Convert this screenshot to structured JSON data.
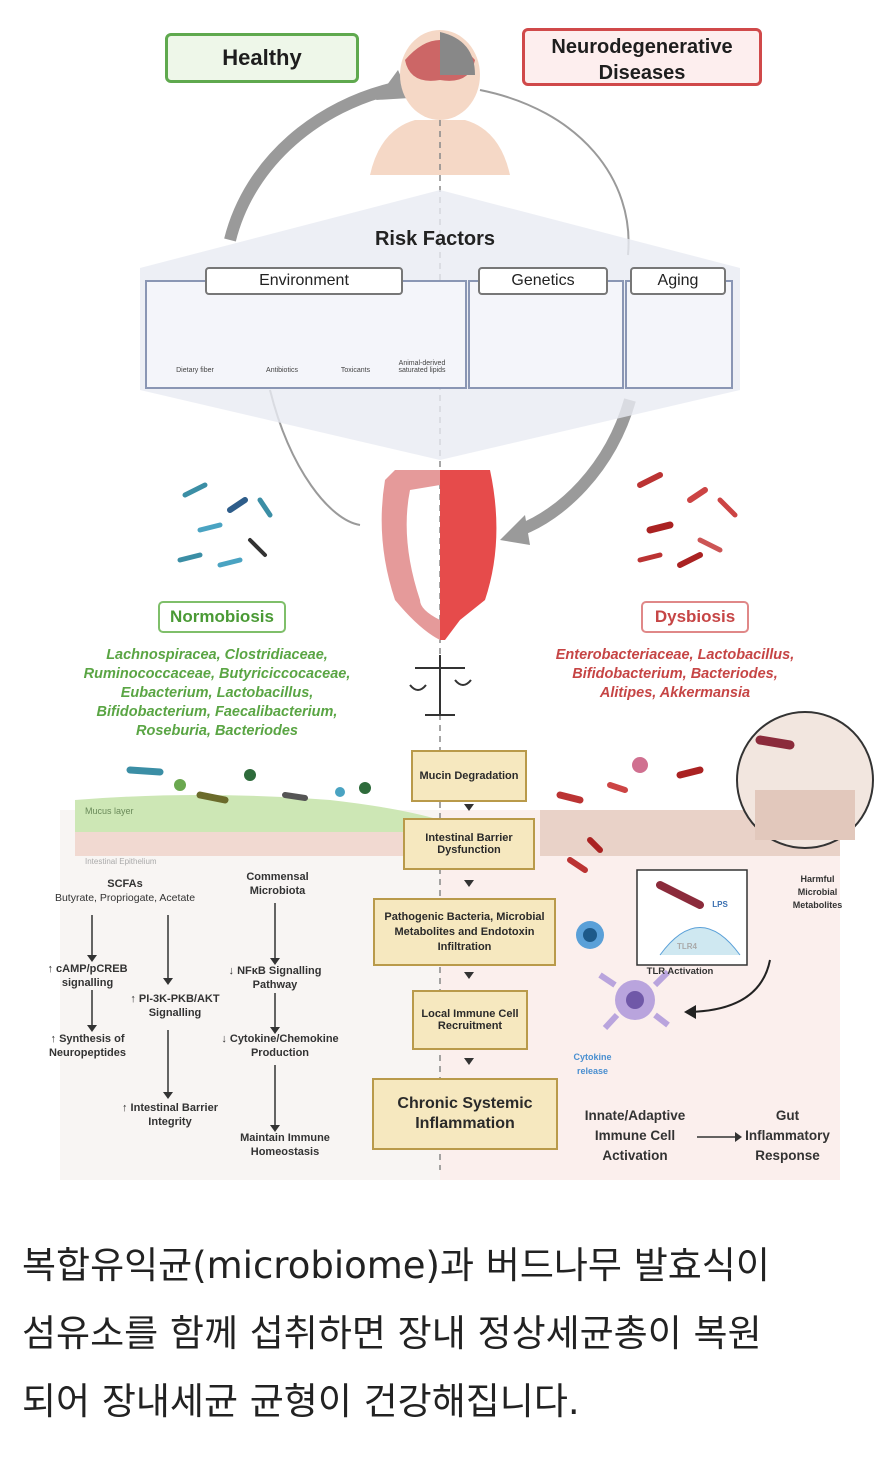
{
  "top": {
    "healthy": "Healthy",
    "neuro_line1": "Neurodegenerative",
    "neuro_line2": "Diseases"
  },
  "risk": {
    "title": "Risk Factors",
    "environment": "Environment",
    "genetics": "Genetics",
    "aging": "Aging",
    "env_items": [
      "Dietary fiber",
      "Antibiotics",
      "Toxicants",
      "Animal-derived saturated lipids"
    ]
  },
  "states": {
    "normobiosis": "Normobiosis",
    "dysbiosis": "Dysbiosis"
  },
  "species": {
    "normo": [
      "Lachnospiracea, Clostridiaceae,",
      "Ruminococcaceae, Butyriciccocaceae,",
      "Eubacterium, Lactobacillus,",
      "Bifidobacterium, Faecalibacterium,",
      "Roseburia, Bacteriodes"
    ],
    "dys": [
      "Enterobacteriaceae, Lactobacillus,",
      "Bifidobacterium, Bacteriodes,",
      "Alitipes, Akkermansia"
    ]
  },
  "gut_labels": {
    "mucus": "Mucus layer",
    "epithelium": "Intestinal Epithelium"
  },
  "flow": [
    "Mucin Degradation",
    "Intestinal Barrier Dysfunction",
    "Pathogenic Bacteria, Microbial Metabolites and Endotoxin Infiltration",
    "Local Immune Cell Recruitment",
    "Chronic Systemic Inflammation"
  ],
  "left_path": {
    "scfas": "SCFAs",
    "scfas_sub": "Butyrate, Propriogate, Acetate",
    "camp": "↑ cAMP/pCREB signalling",
    "pi3k": "↑ PI-3K-PKB/AKT Signalling",
    "neuropep": "↑ Synthesis of Neuropeptides",
    "barrier": "↑ Intestinal Barrier Integrity",
    "commensal": "Commensal Microbiota",
    "nfkb": "↓ NFκB Signalling Pathway",
    "cytokine": "↓ Cytokine/Chemokine Production",
    "homeostasis": "Maintain Immune Homeostasis"
  },
  "right_path": {
    "harmful": "Harmful Microbial Metabolites",
    "lps": "LPS",
    "tlr4": "TLR4",
    "tlr_activation": "TLR Activation",
    "cytokine_release": "Cytokine release",
    "innate": "Innate/Adaptive Immune Cell Activation",
    "gut_infl": "Gut Inflammatory Response"
  },
  "caption": [
    "복합유익균(microbiome)과 버드나무 발효식이",
    "섬유소를 함께 섭취하면 장내 정상세균총이 복원",
    "되어 장내세균 균형이 건강해집니다."
  ]
}
